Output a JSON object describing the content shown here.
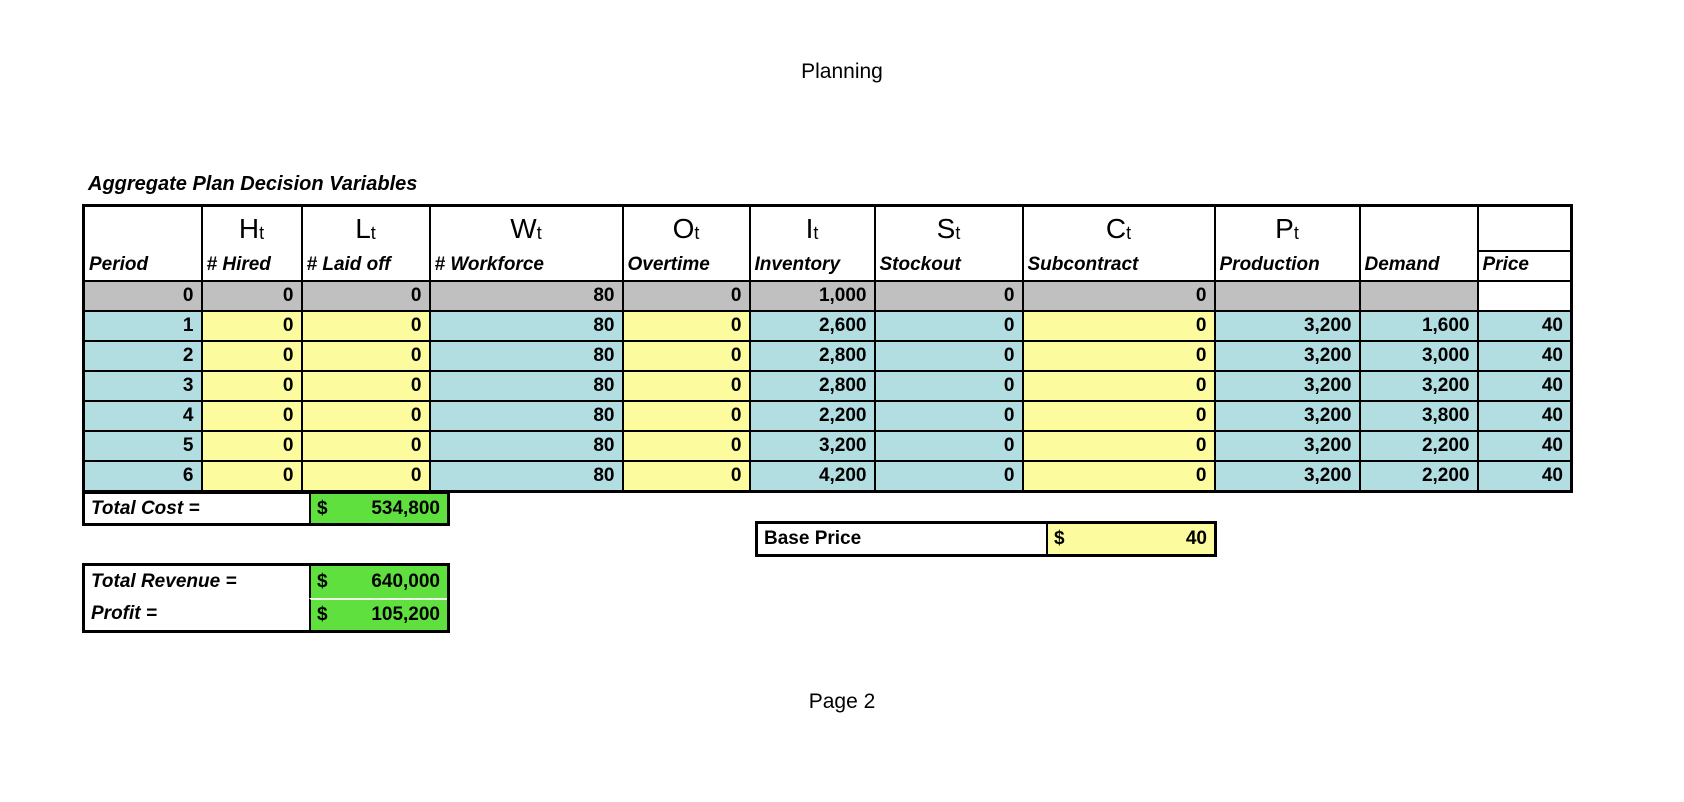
{
  "page": {
    "header_title": "Planning",
    "footer": "Page 2"
  },
  "table": {
    "title": "Aggregate Plan Decision Variables",
    "columns": [
      {
        "key": "period",
        "symbol": "",
        "sub": "",
        "label": "Period"
      },
      {
        "key": "hired",
        "symbol": "H",
        "sub": "t",
        "label": "# Hired"
      },
      {
        "key": "laidoff",
        "symbol": "L",
        "sub": "t",
        "label": "# Laid off"
      },
      {
        "key": "workforce",
        "symbol": "W",
        "sub": "t",
        "label": "# Workforce"
      },
      {
        "key": "overtime",
        "symbol": "O",
        "sub": "t",
        "label": "Overtime"
      },
      {
        "key": "inventory",
        "symbol": "I",
        "sub": "t",
        "label": "Inventory"
      },
      {
        "key": "stockout",
        "symbol": "S",
        "sub": "t",
        "label": "Stockout"
      },
      {
        "key": "subcontract",
        "symbol": "C",
        "sub": "t",
        "label": "Subcontract"
      },
      {
        "key": "production",
        "symbol": "P",
        "sub": "t",
        "label": "Production"
      },
      {
        "key": "demand",
        "symbol": "",
        "sub": "",
        "label": "Demand"
      },
      {
        "key": "price",
        "symbol": "",
        "sub": "",
        "label": "Price",
        "split": true
      }
    ],
    "rows": [
      [
        "0",
        "0",
        "0",
        "80",
        "0",
        "1,000",
        "0",
        "0",
        "",
        "",
        ""
      ],
      [
        "1",
        "0",
        "0",
        "80",
        "0",
        "2,600",
        "0",
        "0",
        "3,200",
        "1,600",
        "40"
      ],
      [
        "2",
        "0",
        "0",
        "80",
        "0",
        "2,800",
        "0",
        "0",
        "3,200",
        "3,000",
        "40"
      ],
      [
        "3",
        "0",
        "0",
        "80",
        "0",
        "2,800",
        "0",
        "0",
        "3,200",
        "3,200",
        "40"
      ],
      [
        "4",
        "0",
        "0",
        "80",
        "0",
        "2,200",
        "0",
        "0",
        "3,200",
        "3,800",
        "40"
      ],
      [
        "5",
        "0",
        "0",
        "80",
        "0",
        "3,200",
        "0",
        "0",
        "3,200",
        "2,200",
        "40"
      ],
      [
        "6",
        "0",
        "0",
        "80",
        "0",
        "4,200",
        "0",
        "0",
        "3,200",
        "2,200",
        "40"
      ]
    ]
  },
  "summary": {
    "total_cost": {
      "label": "Total Cost =",
      "currency": "$",
      "value": "534,800"
    },
    "base_price": {
      "label": "Base Price",
      "currency": "$",
      "value": "40"
    },
    "total_revenue": {
      "label": "Total Revenue =",
      "currency": "$",
      "value": "640,000"
    },
    "profit": {
      "label": "Profit =",
      "currency": "$",
      "value": "105,200"
    }
  },
  "colors": {
    "initial_period_gray": "#C0C0C0",
    "computed_cell_blue": "#B2DEE2",
    "input_cell_yellow": "#FCFC9F",
    "result_cell_green": "#5FE03E"
  }
}
